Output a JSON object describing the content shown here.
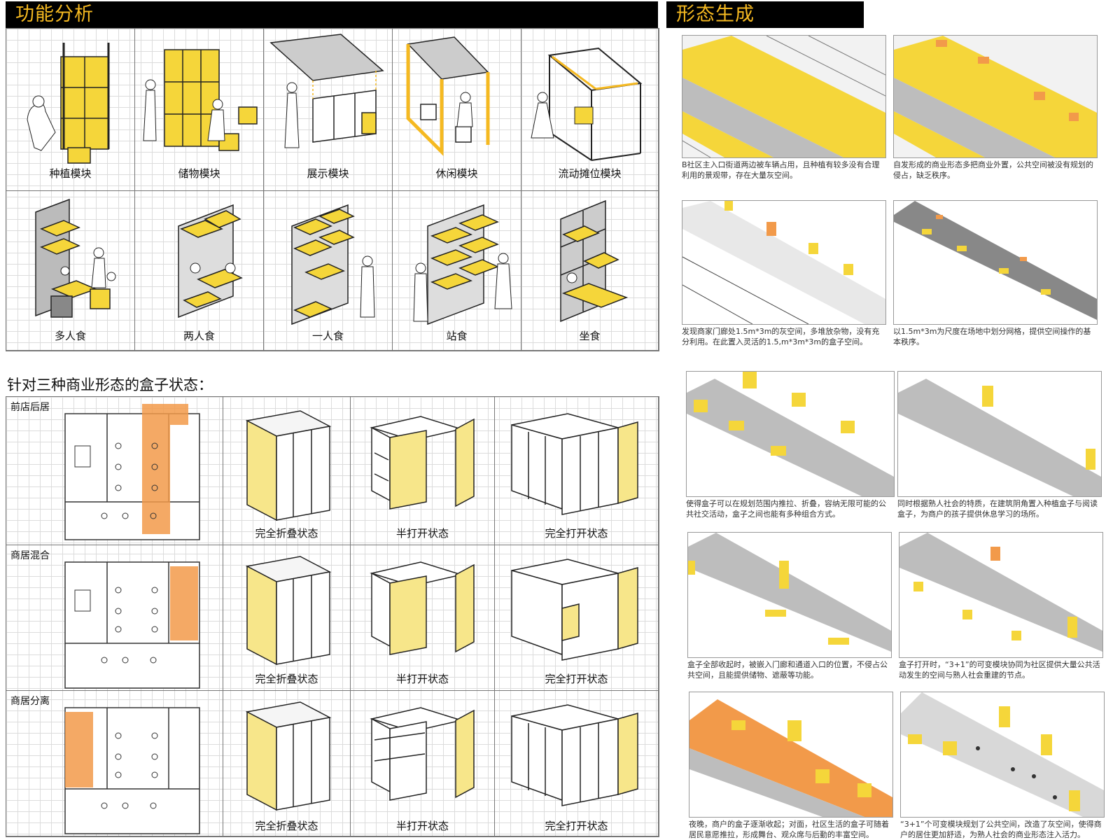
{
  "left": {
    "title": "功能分析",
    "modules": [
      "种植模块",
      "储物模块",
      "展示模块",
      "休闲模块",
      "流动摊位模块"
    ],
    "eating": [
      "多人食",
      "两人食",
      "一人食",
      "站食",
      "坐食"
    ],
    "subtitle": "针对三种商业形态的盒子状态：",
    "types": [
      "前店后居",
      "商居混合",
      "商居分离"
    ],
    "states": [
      "完全折叠状态",
      "半打开状态",
      "完全打开状态"
    ]
  },
  "right": {
    "title": "形态生成",
    "captions": [
      "B社区主入口街道两边被车辆占用，且种植有较多没有合理利用的景观带，存在大量灰空间。",
      "自发形成的商业形态多把商业外置，公共空间被没有规划的侵占，缺乏秩序。",
      "发现商家门廊处1.5m*3m的灰空间，多堆放杂物，没有充分利用。在此置入灵活的1.5,m*3m*3m的盒子空间。",
      "以1.5m*3m为尺度在场地中划分网格，提供空间操作的基本秩序。",
      "使得盒子可以在规划范围内推拉、折叠，容纳无限可能的公共社交活动，盒子之间也能有多种组合方式。",
      "同时根据熟人社会的特质，在建筑阴角置入种植盒子与阅读盒子，为商户的孩子提供休息学习的场所。",
      "盒子全部收起时，被嵌入门廊和通道入口的位置，不侵占公共空间，且能提供储物、遮蔽等功能。",
      "盒子打开时，“3+1”的可变模块协同为社区提供大量公共活动发生的空间与熟人社会重建的节点。",
      "夜晚，商户的盒子逐渐收起；对面，社区生活的盒子可随着居民意愿推拉，形成舞台、观众席与后勤的丰富空间。",
      "“3+1”个可变模块规划了公共空间，改造了灰空间，使得商户的居住更加舒适，为熟人社会的商业形态注入活力。"
    ]
  },
  "colors": {
    "accent_yellow": "#f5d63a",
    "accent_orange": "#f29a4a",
    "header_bg": "#000000",
    "header_text": "#f5b921"
  }
}
